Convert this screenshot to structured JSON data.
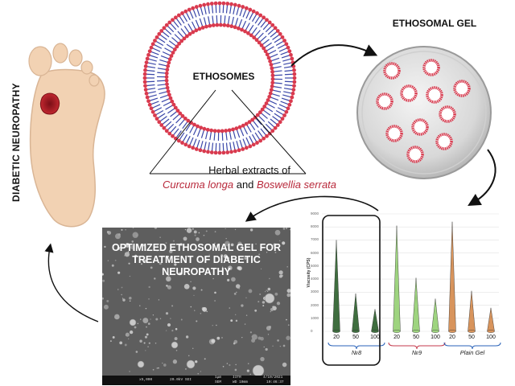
{
  "labels": {
    "diabetic_neuropathy": "DIABETIC NEUROPATHY",
    "ethosomes": "ETHOSOMES",
    "herbal_line1": "Herbal extracts of",
    "herbal_species1": "Curcuma longa",
    "herbal_and": " and ",
    "herbal_species2": "Boswellia serrata",
    "ethosomal_gel": "ETHOSOMAL GEL",
    "optimized_line1": "OPTIMIZED ETHOSOMAL GEL FOR",
    "optimized_line2": "TREATMENT OF DIABETIC",
    "optimized_line3": "NEUROPATHY"
  },
  "sem_bar": {
    "mag": "x5,000",
    "kv": "20.0kV SEI",
    "scale": "1μm",
    "sem": "SEM",
    "inst": "IITR",
    "wd": "WD 10mm",
    "date": "4/10/2021",
    "time": "10:46:37"
  },
  "chart_data": {
    "type": "bar",
    "ylabel": "Viscosity (CPS)",
    "ylim": [
      0,
      9000
    ],
    "yticks": [
      "9000",
      "8000",
      "7000",
      "6000",
      "5000",
      "4000",
      "3000",
      "2000",
      "1000",
      "0"
    ],
    "groups": [
      {
        "name": "№8",
        "color": "#3f6e3f",
        "categories": [
          "20",
          "50",
          "100"
        ],
        "values": [
          7000,
          2900,
          1700
        ]
      },
      {
        "name": "№9",
        "color": "#9ed47f",
        "categories": [
          "20",
          "50",
          "100"
        ],
        "values": [
          8100,
          4100,
          2500
        ]
      },
      {
        "name": "Plain Gel",
        "color": "#d8945c",
        "categories": [
          "20",
          "50",
          "100"
        ],
        "values": [
          8400,
          3100,
          1800
        ]
      }
    ]
  },
  "colors": {
    "membrane_head": "#d93a4e",
    "membrane_tail": "#3a47a8",
    "skin": "#f2d2b3",
    "wound": "#b01e2a"
  }
}
